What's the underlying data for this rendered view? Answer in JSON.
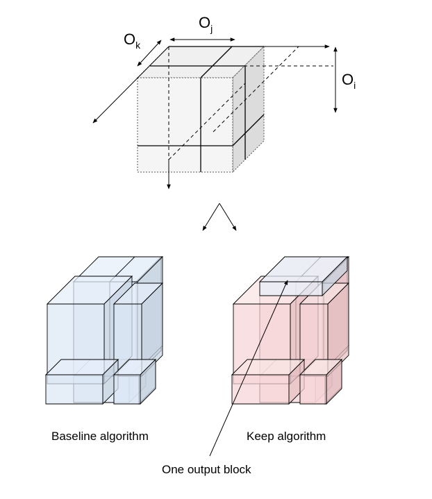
{
  "top_cube": {
    "axes": {
      "j": {
        "main": "O",
        "sub": "j"
      },
      "k": {
        "main": "O",
        "sub": "k"
      },
      "i": {
        "main": "O",
        "sub": "i"
      }
    }
  },
  "labels": {
    "baseline": "Baseline algorithm",
    "keep": "Keep algorithm",
    "output_block": "One output block"
  },
  "colors": {
    "cube_front": "#f5f5f5",
    "cube_top": "#f0f0f0",
    "cube_side": "#dcdcdc",
    "baseline_front": "#dce8f5",
    "baseline_top": "#e6eff9",
    "baseline_side": "#c8d4e2",
    "keep_front": "#f7d6d8",
    "keep_top": "#fae4e5",
    "keep_side": "#e4bfc2",
    "stroke": "#000000"
  }
}
